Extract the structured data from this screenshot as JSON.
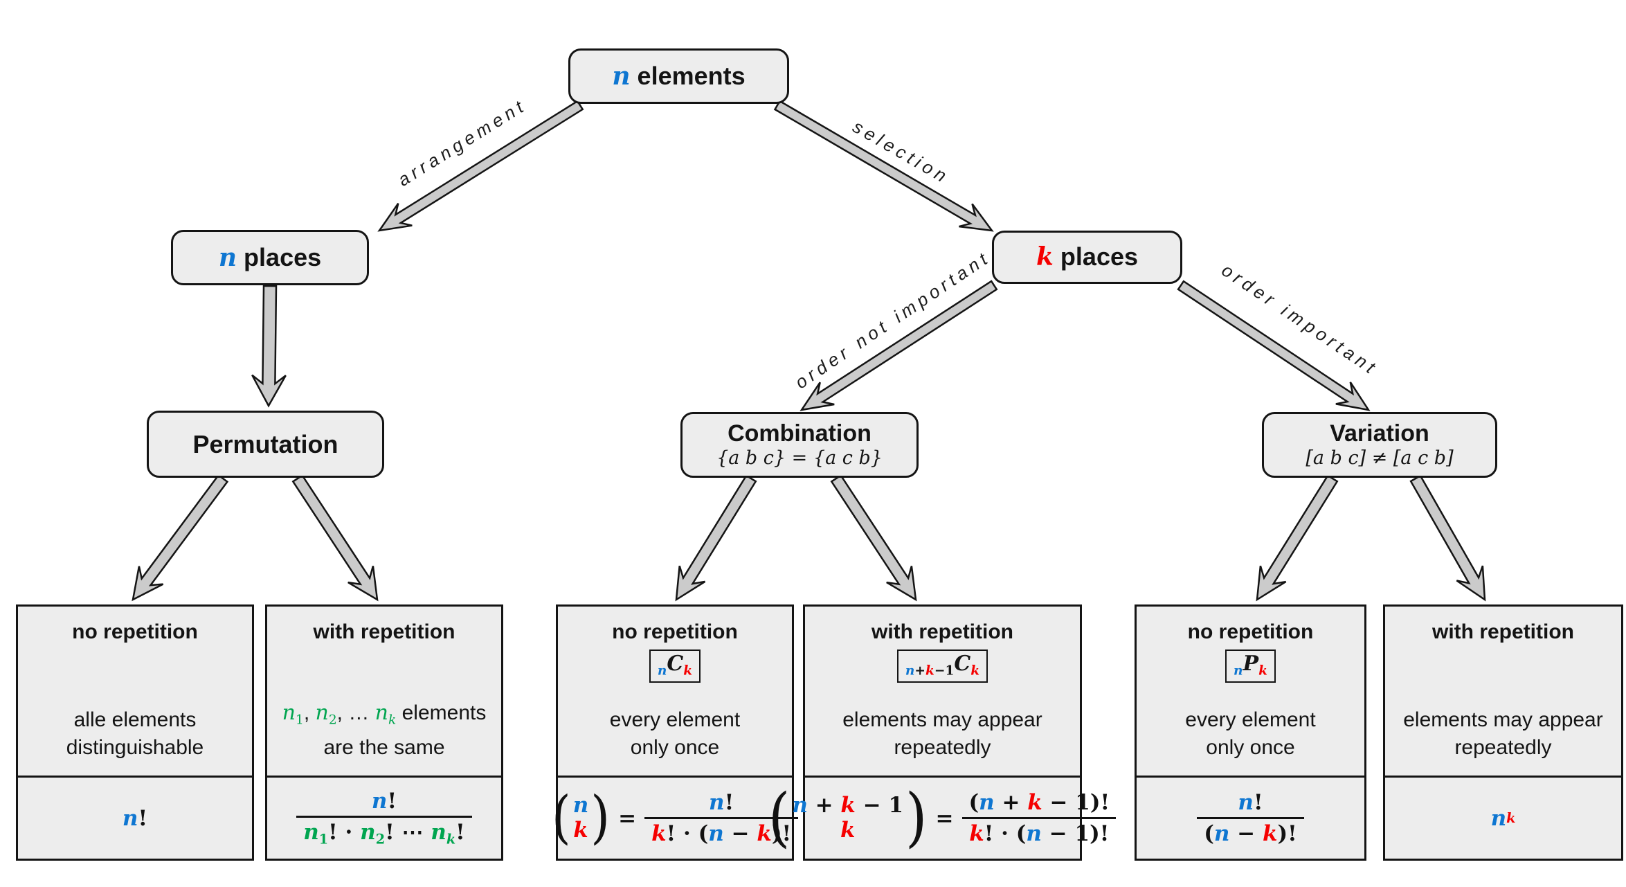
{
  "colors": {
    "blue": "#0E76D1",
    "red": "#F50000",
    "green": "#00A550",
    "node_fill": "#EDEDED",
    "arrow_fill": "#CBCBCB",
    "border": "#141414"
  },
  "nodes": {
    "root": {
      "title": [
        {
          "t": "n",
          "c": "blue",
          "cls": "m"
        },
        {
          "t": " elements"
        }
      ]
    },
    "n_places": {
      "title": [
        {
          "t": "n",
          "c": "blue",
          "cls": "m"
        },
        {
          "t": " places"
        }
      ]
    },
    "k_places": {
      "title": [
        {
          "t": "k",
          "c": "red",
          "cls": "m"
        },
        {
          "t": " places"
        }
      ]
    },
    "permutation": {
      "title": "Permutation"
    },
    "combination": {
      "title": "Combination",
      "subtitle": "{a b c} = {a c b}"
    },
    "variation": {
      "title": "Variation",
      "subtitle": "[a b c] ≠ [a c b]"
    }
  },
  "edges": {
    "arrangement": "arrangement",
    "selection": "selection",
    "order_not_important": "order not important",
    "order_important": "order important"
  },
  "cards": [
    {
      "title": "no repetition",
      "badge": null,
      "desc": [
        "alle elements",
        "distinguishable"
      ],
      "formula": {
        "type": "tokens",
        "tokens": [
          {
            "t": "n",
            "c": "blue",
            "cls": "m"
          },
          {
            "t": "!"
          }
        ]
      }
    },
    {
      "title": "with repetition",
      "badge": null,
      "desc": [
        [
          {
            "t": "n",
            "c": "green",
            "cls": "mn"
          },
          {
            "t": "1",
            "c": "green",
            "cls": "sr sub"
          },
          {
            "t": ", "
          },
          {
            "t": "n",
            "c": "green",
            "cls": "mn"
          },
          {
            "t": "2",
            "c": "green",
            "cls": "sr sub"
          },
          {
            "t": ", … "
          },
          {
            "t": "n",
            "c": "green",
            "cls": "mn"
          },
          {
            "t": "k",
            "c": "green",
            "cls": "mn sub"
          },
          {
            "t": " elements"
          }
        ],
        "are the same"
      ],
      "formula": {
        "type": "frac",
        "num": [
          {
            "t": "n",
            "c": "blue",
            "cls": "m"
          },
          {
            "t": "!"
          }
        ],
        "den": [
          {
            "t": "n",
            "c": "green",
            "cls": "m"
          },
          {
            "t": "1",
            "c": "green",
            "cls": "sub"
          },
          {
            "t": "! · "
          },
          {
            "t": "n",
            "c": "green",
            "cls": "m"
          },
          {
            "t": "2",
            "c": "green",
            "cls": "sub"
          },
          {
            "t": "! ⋯ "
          },
          {
            "t": "n",
            "c": "green",
            "cls": "m"
          },
          {
            "t": "k",
            "c": "green",
            "cls": "m sub"
          },
          {
            "t": "!"
          }
        ]
      }
    },
    {
      "title": "no repetition",
      "badge": [
        {
          "t": "n",
          "c": "blue",
          "cls": "m sub"
        },
        {
          "t": "C",
          "cls": "m"
        },
        {
          "t": "k",
          "c": "red",
          "cls": "m sub"
        }
      ],
      "desc": [
        "every element",
        "only once"
      ],
      "formula": {
        "type": "binom_eq",
        "top": [
          {
            "t": "n",
            "c": "blue",
            "cls": "m"
          }
        ],
        "bottom": [
          {
            "t": "k",
            "c": "red",
            "cls": "m"
          }
        ],
        "num": [
          {
            "t": "n",
            "c": "blue",
            "cls": "m"
          },
          {
            "t": "!"
          }
        ],
        "den": [
          {
            "t": "k",
            "c": "red",
            "cls": "m"
          },
          {
            "t": "! · ("
          },
          {
            "t": "n",
            "c": "blue",
            "cls": "m"
          },
          {
            "t": " − "
          },
          {
            "t": "k",
            "c": "red",
            "cls": "m"
          },
          {
            "t": ")!"
          }
        ]
      }
    },
    {
      "title": "with repetition",
      "badge": [
        {
          "t": "n",
          "c": "blue",
          "cls": "m sub"
        },
        {
          "t": "+",
          "cls": "sub"
        },
        {
          "t": "k",
          "c": "red",
          "cls": "m sub"
        },
        {
          "t": "−",
          "cls": "sub"
        },
        {
          "t": "1",
          "cls": "sub"
        },
        {
          "t": "C",
          "cls": "m"
        },
        {
          "t": "k",
          "c": "red",
          "cls": "m sub"
        }
      ],
      "desc": [
        "elements may appear",
        "repeatedly"
      ],
      "formula": {
        "type": "binom_eq",
        "top": [
          {
            "t": "n",
            "c": "blue",
            "cls": "m"
          },
          {
            "t": " + "
          },
          {
            "t": "k",
            "c": "red",
            "cls": "m"
          },
          {
            "t": " − 1"
          }
        ],
        "bottom": [
          {
            "t": "k",
            "c": "red",
            "cls": "m"
          }
        ],
        "num": [
          {
            "t": "("
          },
          {
            "t": "n",
            "c": "blue",
            "cls": "m"
          },
          {
            "t": " + "
          },
          {
            "t": "k",
            "c": "red",
            "cls": "m"
          },
          {
            "t": " − 1)!"
          }
        ],
        "den": [
          {
            "t": "k",
            "c": "red",
            "cls": "m"
          },
          {
            "t": "! · ("
          },
          {
            "t": "n",
            "c": "blue",
            "cls": "m"
          },
          {
            "t": " − 1)!"
          }
        ]
      }
    },
    {
      "title": "no repetition",
      "badge": [
        {
          "t": "n",
          "c": "blue",
          "cls": "m sub"
        },
        {
          "t": "P",
          "cls": "m"
        },
        {
          "t": "k",
          "c": "red",
          "cls": "m sub"
        }
      ],
      "desc": [
        "every element",
        "only once"
      ],
      "formula": {
        "type": "frac",
        "num": [
          {
            "t": "n",
            "c": "blue",
            "cls": "m"
          },
          {
            "t": "!"
          }
        ],
        "den": [
          {
            "t": "("
          },
          {
            "t": "n",
            "c": "blue",
            "cls": "m"
          },
          {
            "t": " − "
          },
          {
            "t": "k",
            "c": "red",
            "cls": "m"
          },
          {
            "t": ")!"
          }
        ]
      }
    },
    {
      "title": "with repetition",
      "badge": null,
      "desc": [
        "elements may appear",
        "repeatedly"
      ],
      "formula": {
        "type": "tokens",
        "tokens": [
          {
            "t": "n",
            "c": "blue",
            "cls": "m"
          },
          {
            "t": "k",
            "c": "red",
            "cls": "m sup"
          }
        ]
      }
    }
  ]
}
